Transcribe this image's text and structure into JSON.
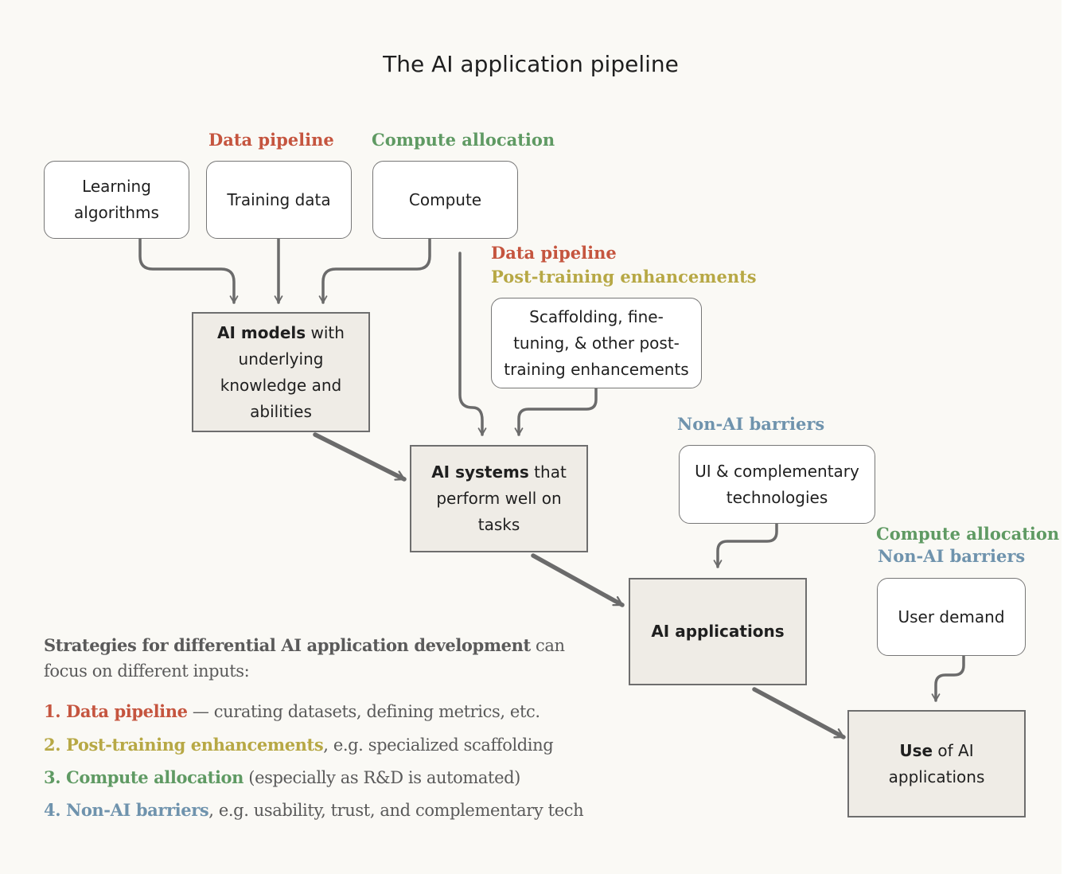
{
  "title": "The AI application pipeline",
  "labels": {
    "data_pipeline_top": "Data pipeline",
    "compute_allocation_top": "Compute allocation",
    "data_pipeline_mid": "Data pipeline",
    "post_training_mid": "Post-training enhancements",
    "non_ai_barriers_mid": "Non-AI barriers",
    "compute_allocation_right": "Compute allocation",
    "non_ai_barriers_right": "Non-AI barriers"
  },
  "boxes": {
    "learning_algorithms": {
      "line1": "Learning",
      "line2": "algorithms"
    },
    "training_data": "Training data",
    "compute": "Compute",
    "ai_models": {
      "bold": "AI models",
      "rest": " with",
      "line2": "underlying",
      "line3": "knowledge and",
      "line4": "abilities"
    },
    "scaffolding": {
      "line1": "Scaffolding, fine-",
      "line2": "tuning, & other post-",
      "line3": "training enhancements"
    },
    "ai_systems": {
      "bold": "AI systems",
      "rest": " that",
      "line2": "perform well on",
      "line3": "tasks"
    },
    "ui_complementary": {
      "line1": "UI & complementary",
      "line2": "technologies"
    },
    "ai_applications": "AI applications",
    "user_demand": "User demand",
    "use_of_ai": {
      "bold": "Use",
      "rest": " of AI",
      "line2": "applications"
    }
  },
  "strategies": {
    "intro_bold": "Strategies for differential AI application development",
    "intro_rest": " can",
    "intro_line2": "focus on different inputs:",
    "items": [
      {
        "label": "1. Data pipeline",
        "rest": " — curating datasets, defining metrics, etc."
      },
      {
        "label": "2. Post-training enhancements",
        "rest": ", e.g. specialized scaffolding"
      },
      {
        "label": "3. Compute allocation",
        "rest": " (especially as R&D is automated)"
      },
      {
        "label": "4. Non-AI barriers",
        "rest": ", e.g. usability, trust, and complementary tech"
      }
    ]
  },
  "colors": {
    "data_pipeline": "#c5553f",
    "post_training": "#b7a845",
    "compute_allocation": "#5f9a63",
    "non_ai_barriers": "#6f93ad",
    "arrow": "#6b6b6b",
    "grey_box": "#efece6",
    "background": "#faf9f5"
  }
}
